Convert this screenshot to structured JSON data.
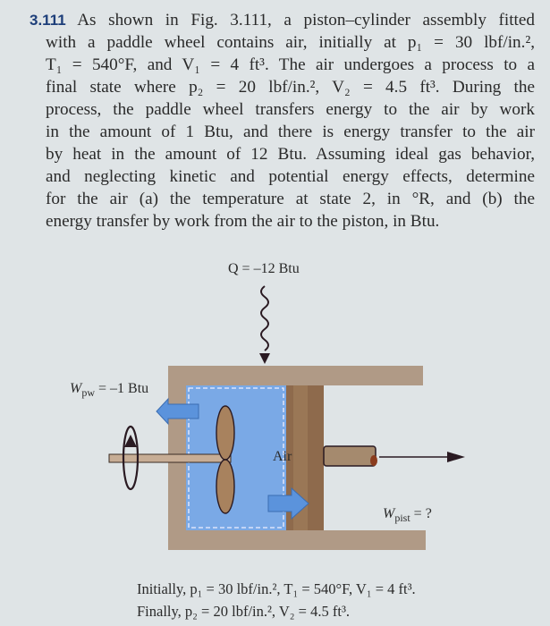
{
  "problem": {
    "number": "3.111",
    "lines": [
      "As shown in Fig. 3.111, a piston–cylinder assembly fitted",
      "with a paddle wheel contains air, initially at p₁ = 30 lbf/in.²,",
      "T₁ = 540°F, and V₁ = 4 ft³. The air undergoes a process to a",
      "final state where p₂ = 20 lbf/in.², V₂ = 4.5 ft³. During the",
      "process, the paddle wheel transfers energy to the air by work",
      "in the amount of 1 Btu, and there is energy transfer to the air",
      "by heat in the amount of 12 Btu. Assuming ideal gas behavior,",
      "and neglecting kinetic and potential energy effects, determine",
      "for the air (a) the temperature at state 2, in °R, and (b) the",
      "energy transfer by work from the air to the piston, in Btu."
    ]
  },
  "figure": {
    "heat_label": "Q = –12 Btu",
    "paddle_work_label": "W",
    "paddle_work_sub": "pw",
    "paddle_work_value": " = –1 Btu",
    "air_label": "Air",
    "piston_work_label": "W",
    "piston_work_sub": "pist",
    "piston_work_value": " = ?",
    "colors": {
      "background": "#dfe4e6",
      "cylinder_wall": "#b09a86",
      "air": "#7aa9e6",
      "piston": "#8e6a4c",
      "arrow_blue": "#5b93dc",
      "dark": "#2a1a22"
    }
  },
  "given": {
    "initial": "Initially, p₁ = 30 lbf/in.², T₁ = 540°F, V₁ = 4 ft³.",
    "final": "Finally, p₂ = 20 lbf/in.², V₂ = 4.5 ft³."
  }
}
